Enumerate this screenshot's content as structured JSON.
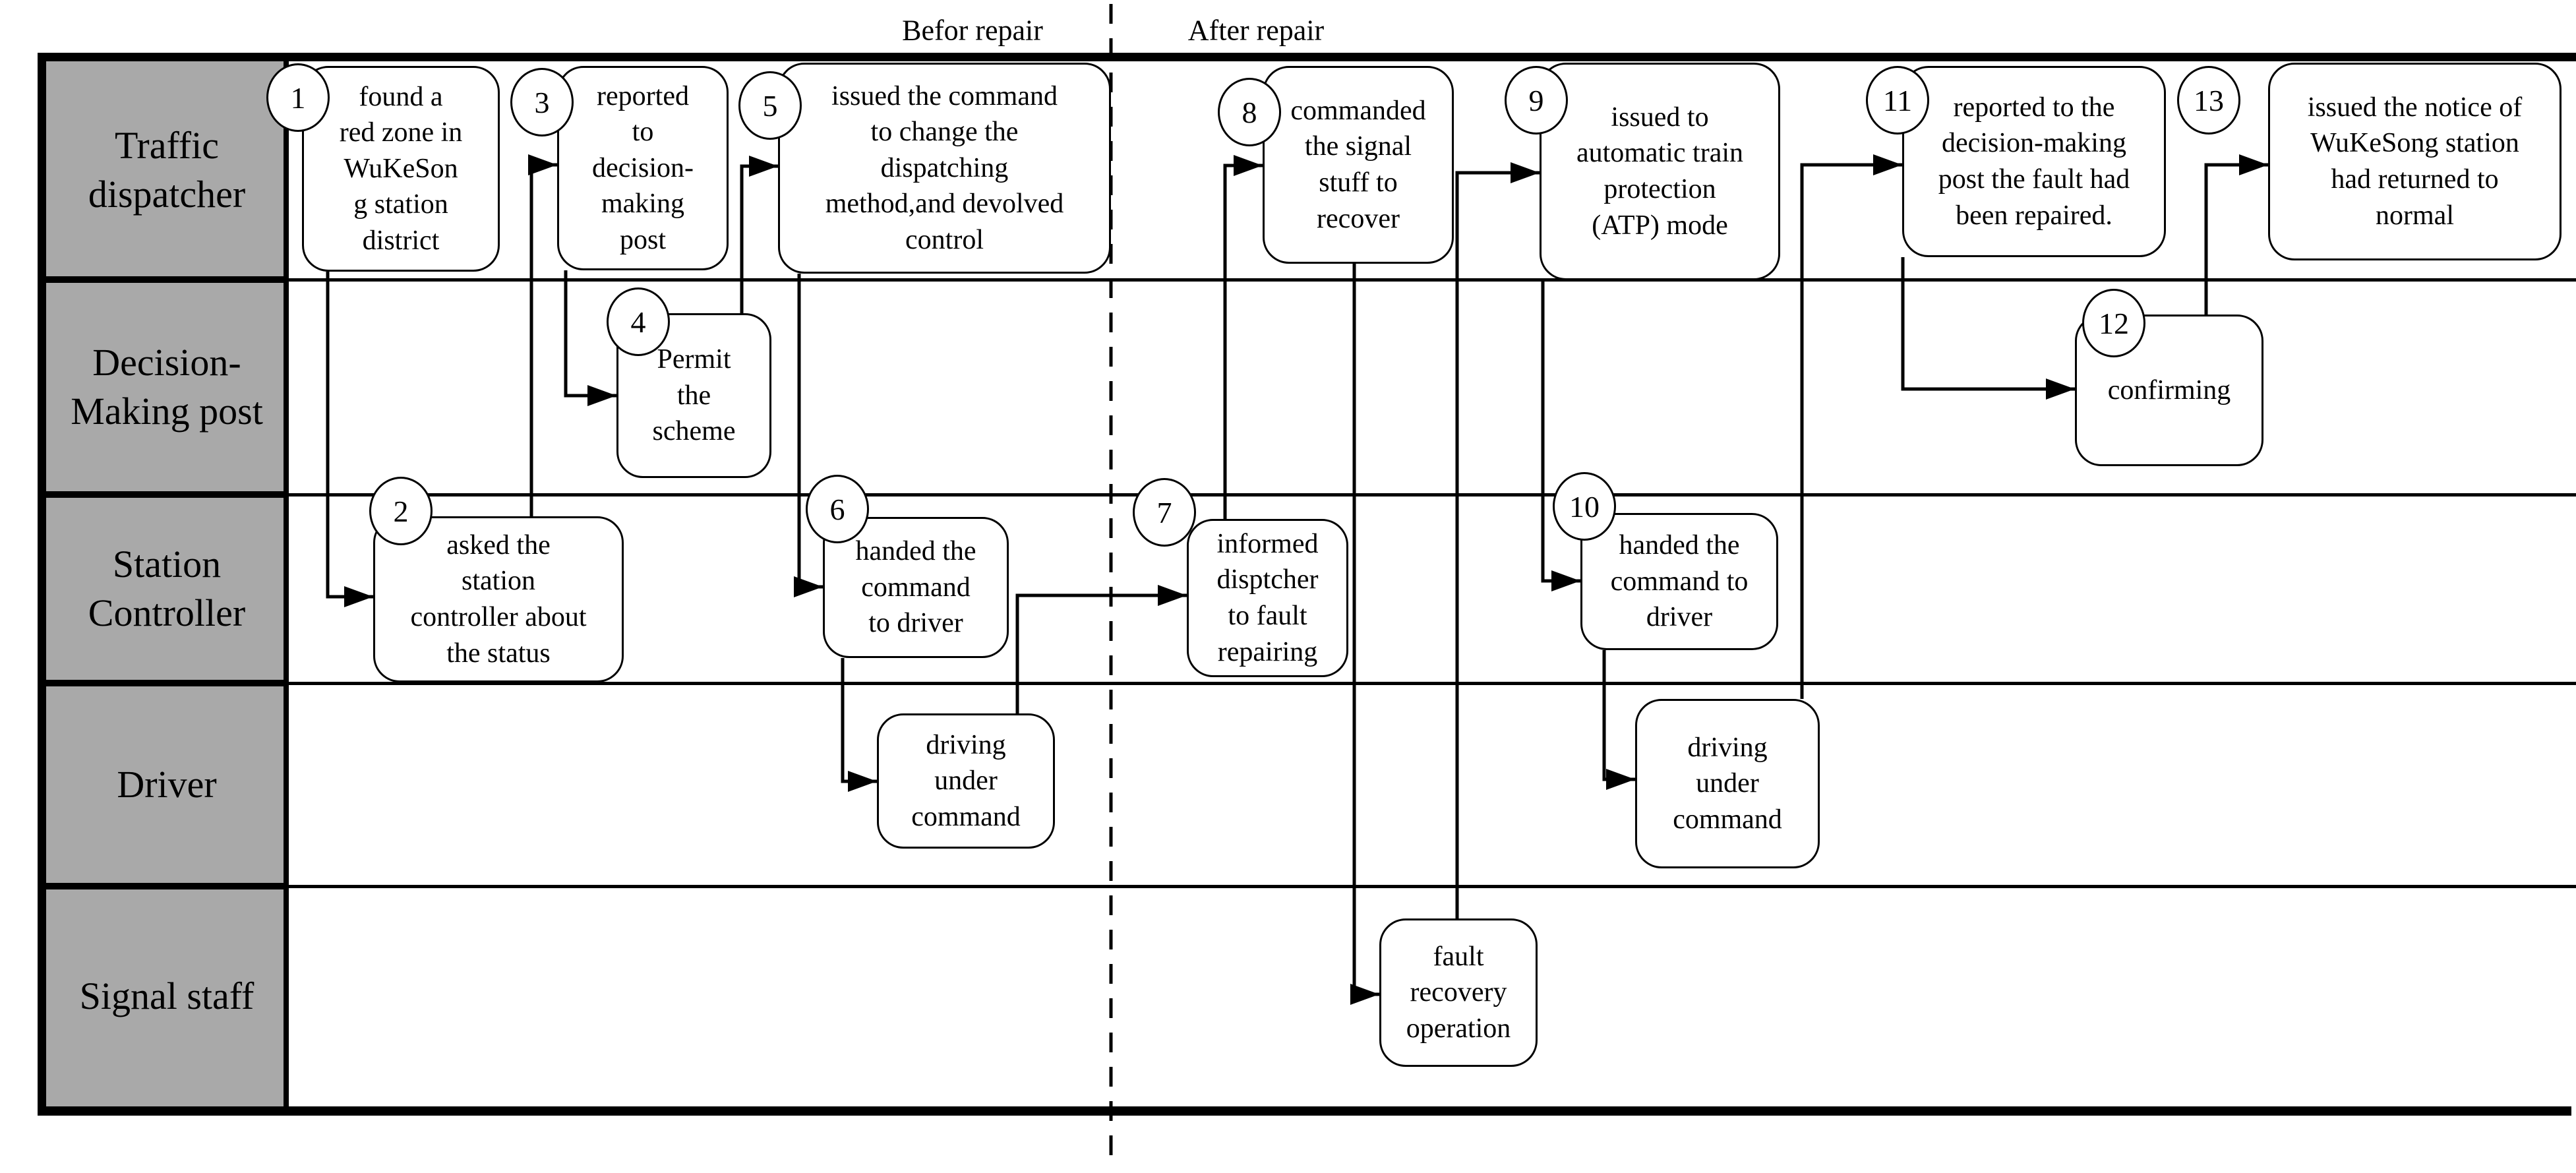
{
  "diagram": {
    "title_area": {
      "phases": [
        {
          "label": "Befor repair"
        },
        {
          "label": "After repair"
        }
      ]
    },
    "lanes": [
      {
        "label": "Traffic dispatcher",
        "lines": [
          "Traffic",
          "dispatcher"
        ]
      },
      {
        "label": "Decision-Making post",
        "lines": [
          "Decision-",
          "Making post"
        ]
      },
      {
        "label": "Station Controller",
        "lines": [
          "Station",
          "Controller"
        ]
      },
      {
        "label": "Driver",
        "lines": [
          "Driver"
        ]
      },
      {
        "label": "Signal staff",
        "lines": [
          "Signal staff"
        ]
      }
    ],
    "colors": {
      "lane_header_bg": "#a9a9a9",
      "line_color": "#000000",
      "box_bg": "#ffffff"
    },
    "nodes": [
      {
        "number": "1",
        "lane": "Traffic dispatcher",
        "text": "found a red zone in WuKeSong station district",
        "lines": [
          "found a",
          "red zone in",
          "WuKeSon",
          "g station",
          "district"
        ]
      },
      {
        "number": "2",
        "lane": "Station Controller",
        "text": "asked the station controller about the status",
        "lines": [
          "asked the",
          "station",
          "controller about",
          "the status"
        ]
      },
      {
        "number": "3",
        "lane": "Traffic dispatcher",
        "text": "reported to decision-making post",
        "lines": [
          "reported",
          "to",
          "decision-",
          "making",
          "post"
        ]
      },
      {
        "number": "4",
        "lane": "Decision-Making post",
        "text": "Permit the scheme",
        "lines": [
          "Permit",
          "the",
          "scheme"
        ]
      },
      {
        "number": "5",
        "lane": "Traffic dispatcher",
        "text": "issued the command to change the dispatching method,and devolved control",
        "lines": [
          "issued the command",
          "to change the",
          "dispatching",
          "method,and devolved",
          "control"
        ]
      },
      {
        "number": "6",
        "lane": "Station Controller",
        "text": "handed the command to driver",
        "lines": [
          "handed the",
          "command",
          "to driver"
        ]
      },
      {
        "number": "7",
        "lane": "Station Controller",
        "text": "informed disptcher to fault repairing",
        "lines": [
          "informed",
          "disptcher",
          "to fault",
          "repairing"
        ]
      },
      {
        "number": "8",
        "lane": "Traffic dispatcher",
        "text": "commanded the signal stuff to recover",
        "lines": [
          "commanded",
          "the signal",
          "stuff to",
          "recover"
        ]
      },
      {
        "number": "9",
        "lane": "Traffic dispatcher",
        "text": "issued to automatic train protection (ATP) mode",
        "lines": [
          "issued to",
          "automatic train",
          "protection",
          "(ATP) mode"
        ]
      },
      {
        "number": "10",
        "lane": "Station Controller",
        "text": "handed the command to driver",
        "lines": [
          "handed the",
          "command to",
          "driver"
        ]
      },
      {
        "number": "11",
        "lane": "Traffic dispatcher",
        "text": "reported to the decision-making post the fault had been repaired.",
        "lines": [
          "reported to the",
          "decision-making",
          "post the fault had",
          "been repaired."
        ]
      },
      {
        "number": "12",
        "lane": "Decision-Making post",
        "text": "confirming",
        "lines": [
          "confirming"
        ]
      },
      {
        "number": "13",
        "lane": "Traffic dispatcher",
        "text": "issued the notice of WuKeSong station had returned to normal",
        "lines": [
          "issued the notice of",
          "WuKeSong station",
          "had returned to",
          "normal"
        ]
      },
      {
        "number": "",
        "lane": "Driver",
        "text": "driving under command",
        "lines": [
          "driving",
          "under",
          "command"
        ]
      },
      {
        "number": "",
        "lane": "Driver",
        "text": "driving under command",
        "lines": [
          "driving",
          "under",
          "command"
        ]
      },
      {
        "number": "",
        "lane": "Signal staff",
        "text": "fault recovery operation",
        "lines": [
          "fault",
          "recovery",
          "operation"
        ]
      }
    ]
  }
}
